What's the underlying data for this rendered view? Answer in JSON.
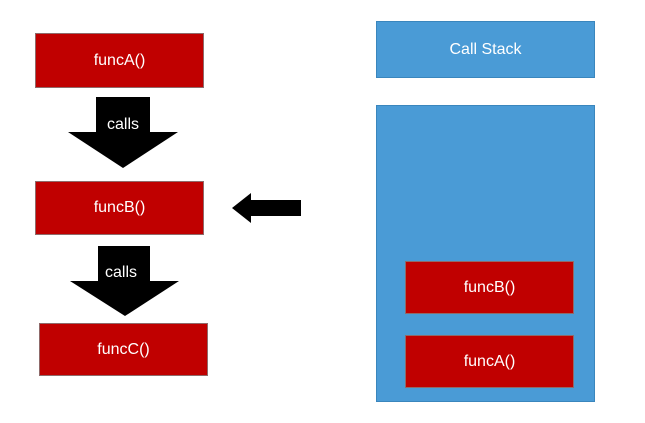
{
  "flow": {
    "funcA": "funcA()",
    "funcB": "funcB()",
    "funcC": "funcC()",
    "calls_1": "calls",
    "calls_2": "calls"
  },
  "call_stack": {
    "title": "Call Stack",
    "frames": [
      "funcB()",
      "funcA()"
    ]
  },
  "colors": {
    "function_box": "#c00000",
    "stack_panel": "#4a9bd6",
    "arrow": "#000000",
    "text": "#ffffff"
  }
}
